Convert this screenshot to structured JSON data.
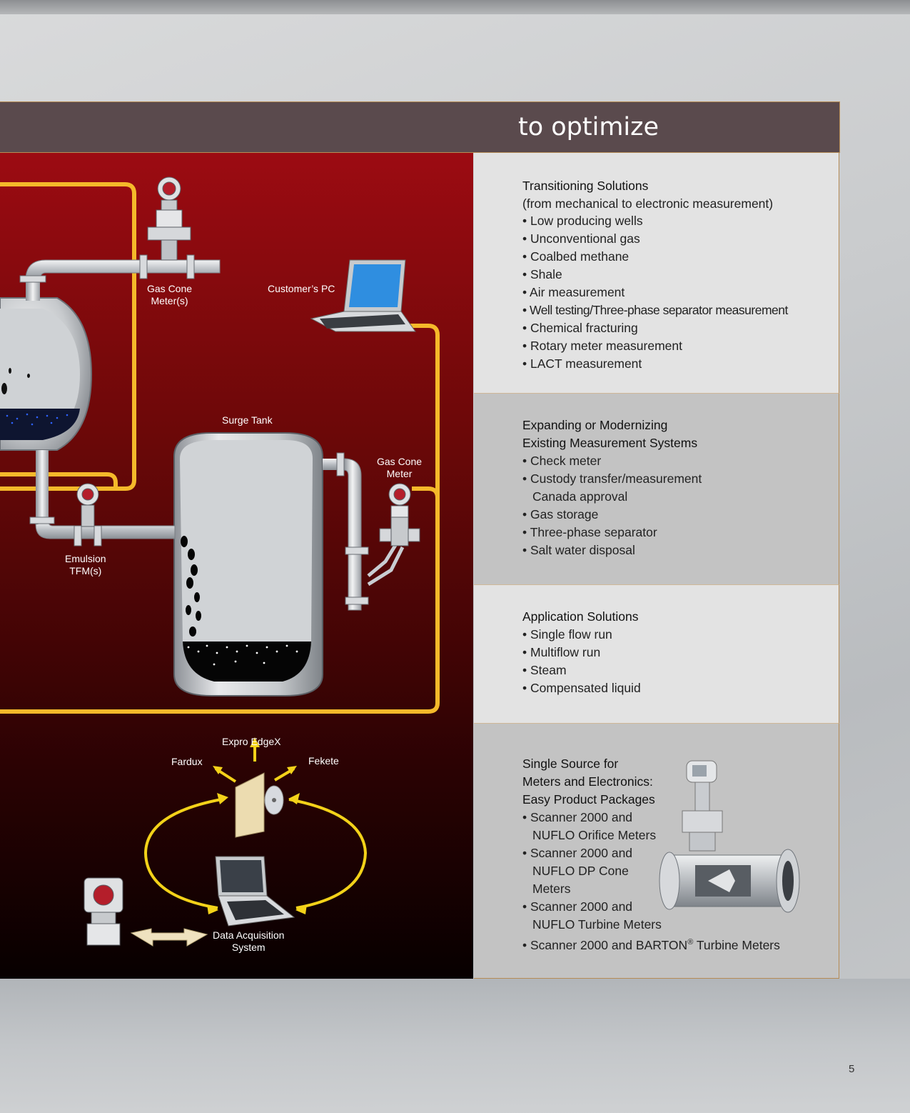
{
  "header": {
    "title": "to optimize"
  },
  "diagram": {
    "labels": {
      "gas_cone_meters": [
        "Gas Cone",
        "Meter(s)"
      ],
      "customers_pc": "Customer’s PC",
      "surge_tank": "Surge Tank",
      "gas_cone_meter": [
        "Gas Cone",
        "Meter"
      ],
      "emulsion_tfm": [
        "Emulsion",
        "TFM(s)"
      ],
      "expro_edgex": "Expro EdgeX",
      "fardux": "Fardux",
      "fekete": "Fekete",
      "data_acquisition": [
        "Data Acquisition",
        "System"
      ]
    },
    "colors": {
      "signal_line": "#f5b92a",
      "pipe": "#c9cdd2",
      "arrow": "#f3d219"
    }
  },
  "panels": [
    {
      "title": "Transitioning Solutions",
      "subtitle": "(from mechanical to electronic measurement)",
      "items": [
        "Low producing wells",
        "Unconventional gas",
        "Coalbed methane",
        "Shale",
        "Air measurement",
        "Well testing/Three-phase separator measurement",
        "Chemical fracturing",
        "Rotary meter measurement",
        "LACT measurement"
      ]
    },
    {
      "title_lines": [
        "Expanding or Modernizing",
        "Existing Measurement Systems"
      ],
      "items": [
        "Check meter",
        "Custody transfer/measurement Canada approval",
        "Gas storage",
        "Three-phase separator",
        "Salt water disposal"
      ]
    },
    {
      "title": "Application Solutions",
      "items": [
        "Single flow run",
        "Multiflow run",
        "Steam",
        "Compensated liquid"
      ]
    },
    {
      "title_lines": [
        "Single Source for",
        "Meters and Electronics:",
        "Easy Product Packages"
      ],
      "items": [
        "Scanner 2000 and NUFLO Orifice Meters",
        "Scanner 2000 and NUFLO DP Cone Meters",
        "Scanner 2000 and NUFLO Turbine Meters"
      ],
      "last_item_prefix": "Scanner 2000 and BARTON",
      "last_item_reg": "®",
      "last_item_suffix": " Turbine Meters"
    }
  ],
  "page_number": "5"
}
